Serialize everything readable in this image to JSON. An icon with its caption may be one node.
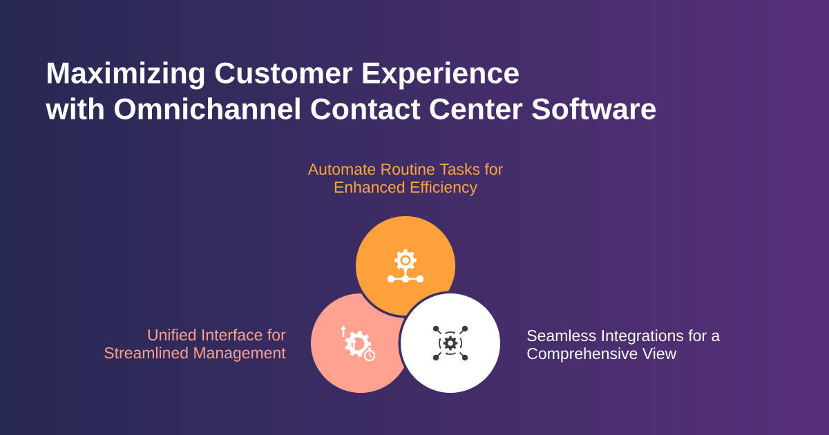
{
  "diagram": {
    "title": "Maximizing Customer Experience with Omnichannel Contact Center Software",
    "nodes": [
      {
        "text": [],
        "shape": "circle",
        "beside": [
          "Automate Routine Tasks for Enhanced Efficiency"
        ]
      },
      {
        "text": [],
        "shape": "circle",
        "beside": [
          "Unified Interface for Streamlined Management"
        ]
      },
      {
        "text": [],
        "shape": "circle",
        "beside": [
          "Seamless Integrations for a Comprehensive View"
        ]
      }
    ]
  }
}
